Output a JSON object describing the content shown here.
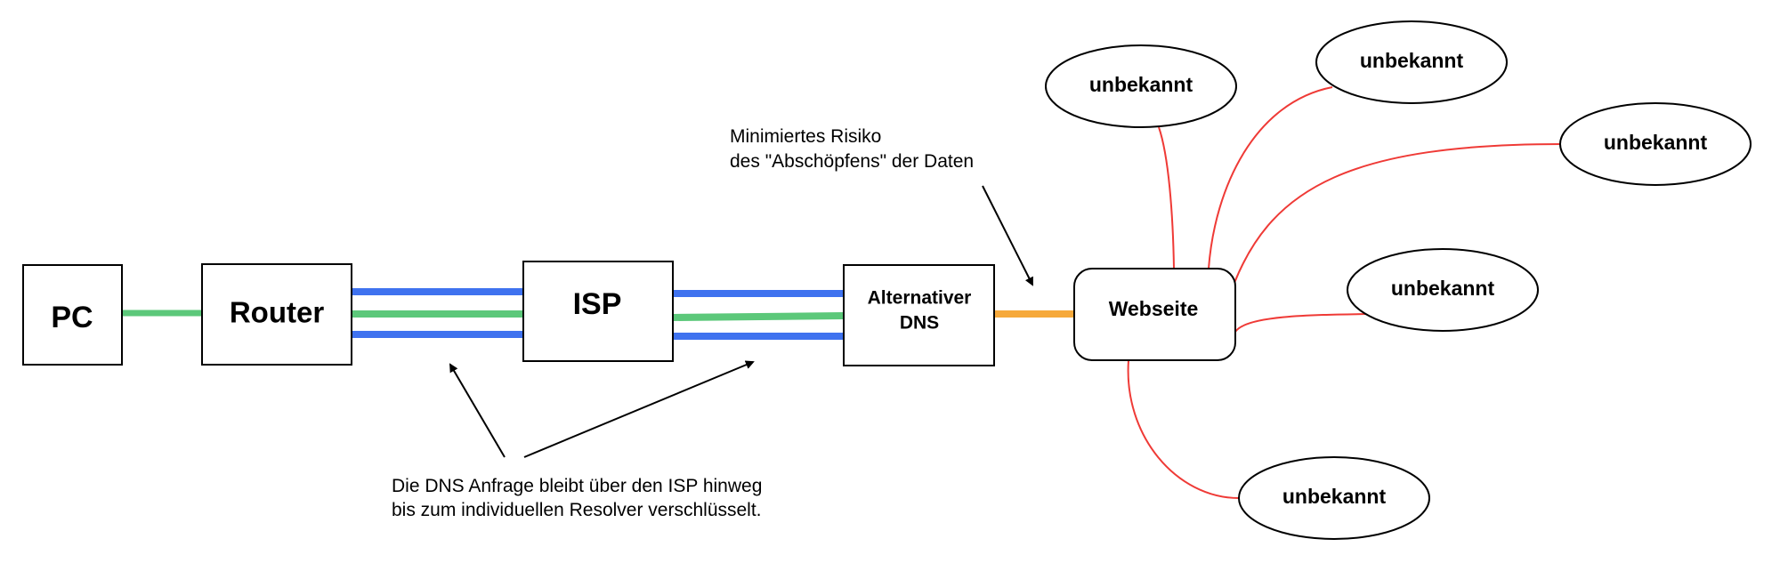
{
  "colors": {
    "green": "#5cc87a",
    "blue": "#3f72ef",
    "orange": "#f6a93b",
    "red": "#ef3a36",
    "stroke": "#000000"
  },
  "nodes": {
    "pc": "PC",
    "router": "Router",
    "isp": "ISP",
    "alt_dns_line1": "Alternativer",
    "alt_dns_line2": "DNS",
    "website": "Webseite",
    "unknown": [
      "unbekannt",
      "unbekannt",
      "unbekannt",
      "unbekannt",
      "unbekannt"
    ]
  },
  "notes": {
    "risk_line1": "Minimiertes Risiko",
    "risk_line2": "des \"Abschöpfens\" der Daten",
    "encrypted_line1": "Die DNS Anfrage bleibt über den ISP hinweg",
    "encrypted_line2": "bis zum individuellen Resolver verschlüsselt."
  }
}
